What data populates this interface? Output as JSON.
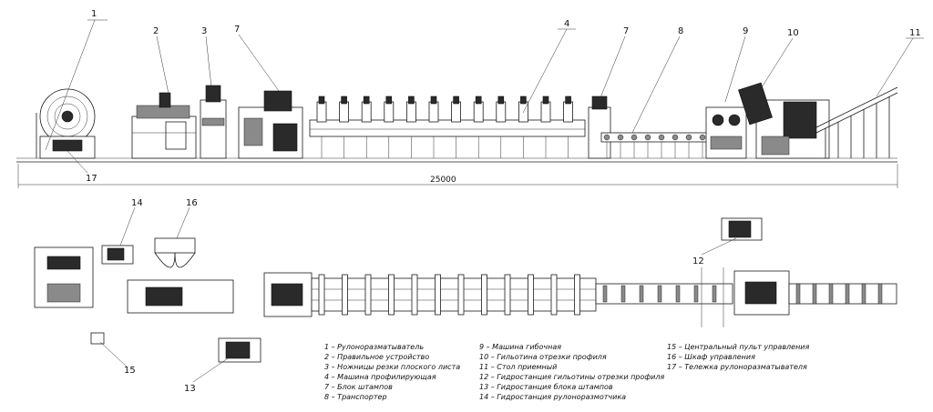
{
  "callouts": [
    {
      "num": "1"
    },
    {
      "num": "2"
    },
    {
      "num": "3"
    },
    {
      "num": "7"
    },
    {
      "num": "4"
    },
    {
      "num": "7"
    },
    {
      "num": "8"
    },
    {
      "num": "9"
    },
    {
      "num": "10"
    },
    {
      "num": "11"
    },
    {
      "num": "17"
    },
    {
      "num": "14"
    },
    {
      "num": "16"
    },
    {
      "num": "12"
    },
    {
      "num": "15"
    },
    {
      "num": "13"
    }
  ],
  "dimension": {
    "overall_length": "25000"
  },
  "legend": {
    "col1": [
      "1 – Рулоноразматыватель",
      "2 – Правильное устройство",
      "3 – Ножницы резки плоского листа",
      "4 – Машина профилирующая",
      "7 – Блок штампов",
      "8 – Транспортер"
    ],
    "col2": [
      "9 – Машина гибочная",
      "10 – Гильотина отрезки профиля",
      "11 – Стол приемный",
      "12 – Гидростанция гильотины отрезки профиля",
      "13 – Гидростанция блока штампов",
      "14 – Гидростанция рулоноразмотчика"
    ],
    "col3": [
      "15 – Центральный пульт управления",
      "16 – Шкаф управления",
      "17 – Тележка рулоноразматывателя"
    ]
  }
}
